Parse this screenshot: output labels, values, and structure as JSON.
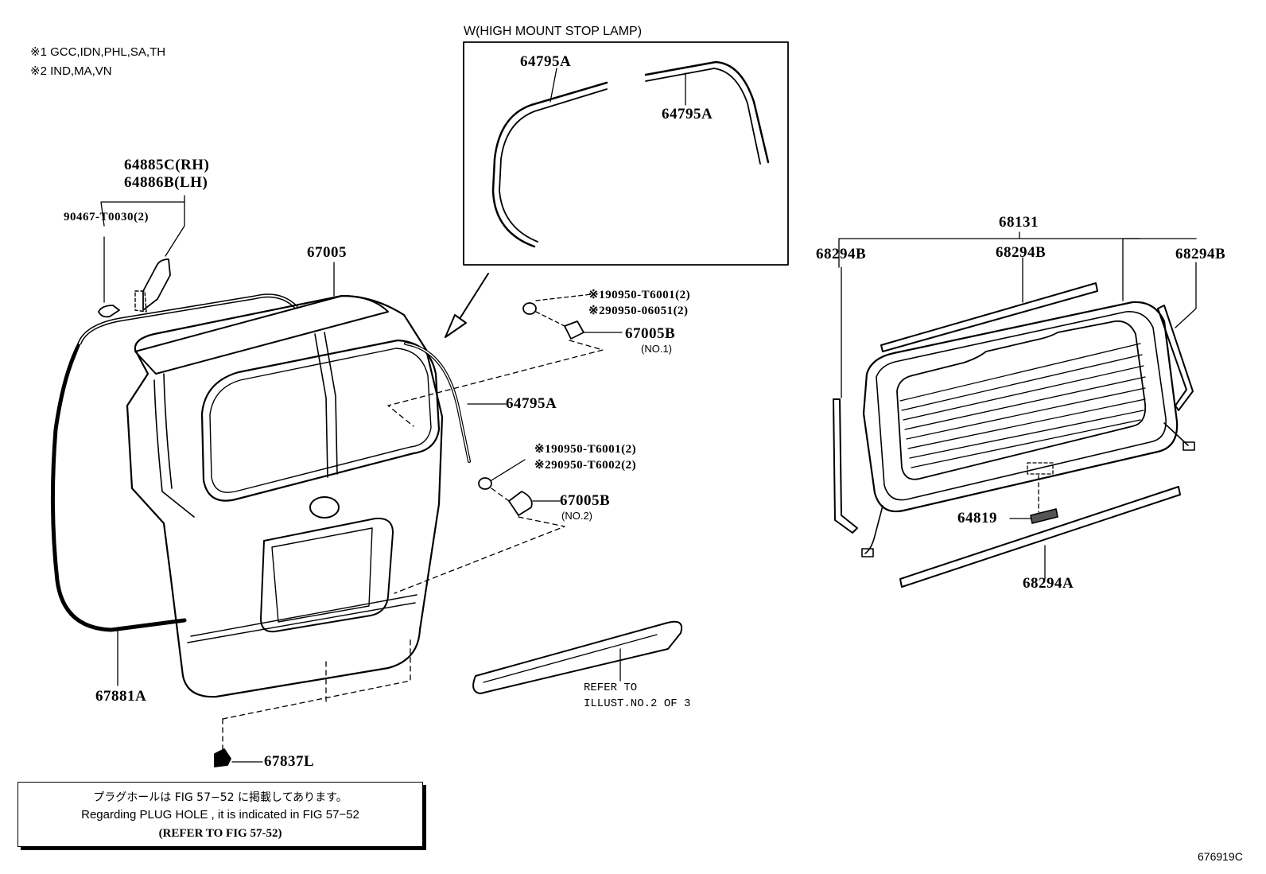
{
  "notes": {
    "note1": "※1 GCC,IDN,PHL,SA,TH",
    "note2": "※2 IND,MA,VN"
  },
  "inset": {
    "title": "W(HIGH MOUNT STOP LAMP)",
    "part_a_left": "64795A",
    "part_a_right": "64795A"
  },
  "parts": {
    "p64885c": "64885C(RH)",
    "p64886b": "64886B(LH)",
    "p90467": "90467-T0030(2)",
    "p67005": "67005",
    "p64795a": "64795A",
    "p67881a": "67881A",
    "p67837l": "67837L",
    "p90950_t6001_a": "※190950-T6001(2)",
    "p90950_06051": "※290950-06051(2)",
    "p67005b_1": "67005B",
    "no1": "(NO.1)",
    "p90950_t6001_b": "※190950-T6001(2)",
    "p90950_t6002": "※290950-T6002(2)",
    "p67005b_2": "67005B",
    "no2": "(NO.2)",
    "refer1": "REFER TO",
    "refer2": "ILLUST.NO.2 OF 3",
    "p68131": "68131",
    "p68294b_left": "68294B",
    "p68294b_mid": "68294B",
    "p68294b_right": "68294B",
    "p64819": "64819",
    "p68294a": "68294A"
  },
  "note_box": {
    "jp": "プラグホールは FIG  57−52 に掲載してあります。",
    "en": "Regarding  PLUG  HOLE , it is indicated in  FIG  57−52",
    "ref": "(REFER TO FIG 57-52)"
  },
  "figure_code": "676919C"
}
